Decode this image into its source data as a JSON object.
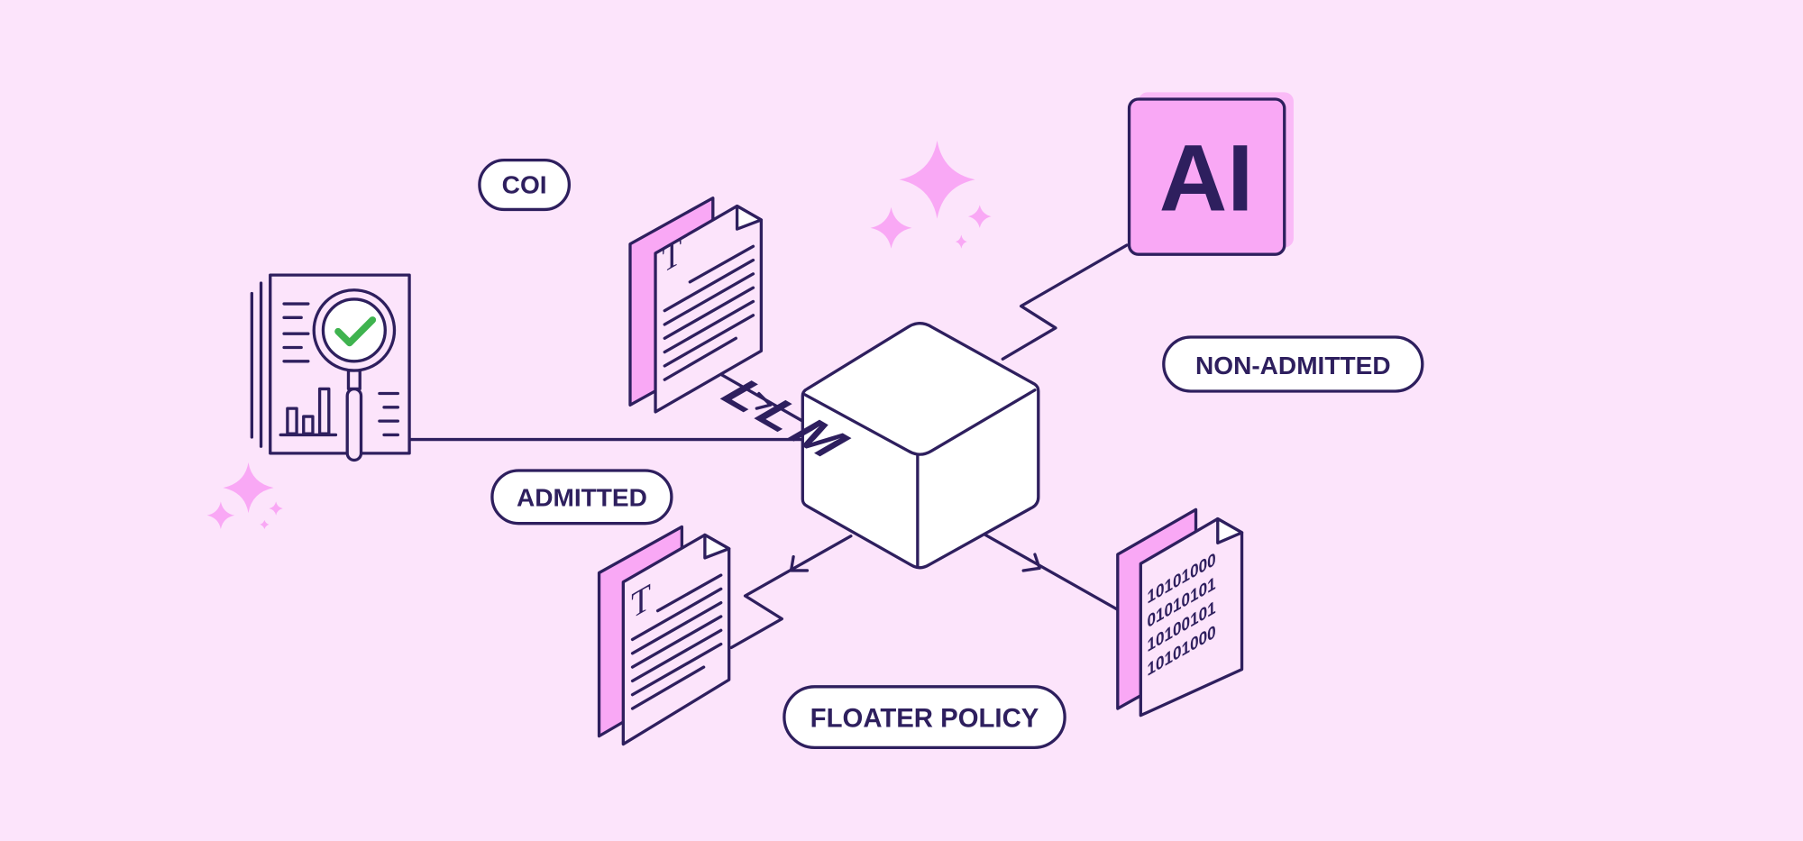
{
  "colors": {
    "background": "#fce4fb",
    "ink": "#2e1f5e",
    "accent_pink": "#f9a8f5",
    "check_green": "#3fb34f"
  },
  "labels": {
    "coi": "COI",
    "non_admitted": "NON-ADMITTED",
    "admitted": "ADMITTED",
    "floater_policy": "FLOATER POLICY"
  },
  "ai_box": {
    "text": "AI"
  },
  "cube": {
    "text": "LLM"
  },
  "text_docs": {
    "glyph": "T"
  },
  "binary_doc": {
    "lines": [
      "10101000",
      "01010101",
      "10100101",
      "10101000"
    ]
  }
}
